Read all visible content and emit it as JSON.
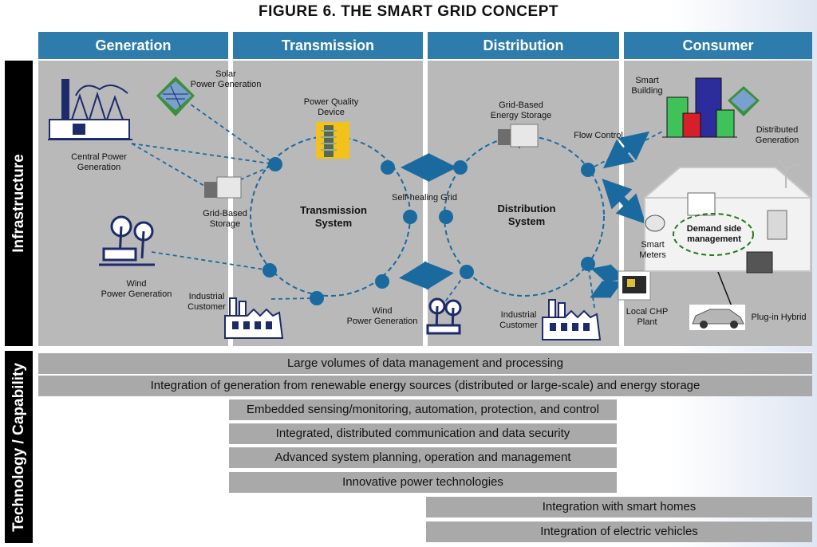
{
  "title": "FIGURE 6.  THE SMART GRID CONCEPT",
  "row_labels": {
    "infrastructure": "Infrastructure",
    "technology": "Technology / Capability"
  },
  "columns": [
    "Generation",
    "Transmission",
    "Distribution",
    "Consumer"
  ],
  "labels": {
    "solar": "Solar\nPower Generation",
    "central": "Central Power\nGeneration",
    "grid_storage_gen": "Grid-Based\nStorage",
    "wind_gen": "Wind\nPower Generation",
    "industrial_trans": "Industrial\nCustomer",
    "power_quality": "Power Quality\nDevice",
    "transmission_system": "Transmission\nSystem",
    "self_healing": "Self-healing Grid",
    "wind_dist": "Wind\nPower Generation",
    "grid_storage_dist": "Grid-Based\nEnergy Storage",
    "distribution_system": "Distribution\nSystem",
    "industrial_dist": "Industrial\nCustomer",
    "flow_control": "Flow Control",
    "smart_building": "Smart\nBuilding",
    "distributed_generation": "Distributed\nGeneration",
    "demand_side": "Demand side\nmanagement",
    "smart_meters": "Smart\nMeters",
    "local_chp": "Local CHP\nPlant",
    "plug_in_hybrid": "Plug-in Hybrid"
  },
  "capabilities": [
    "Large volumes of data management and processing",
    "Integration of generation from renewable energy sources (distributed or large-scale) and energy storage",
    "Embedded sensing/monitoring, automation, protection, and control",
    "Integrated, distributed communication and data security",
    "Advanced system planning, operation and management",
    "Innovative power technologies",
    "Integration with smart homes",
    "Integration of electric vehicles"
  ],
  "colors": {
    "header": "#2e7cab",
    "panel": "#b9b9b9",
    "node": "#1a6aa0",
    "icon": "#1d2b6b",
    "bar": "#a9a9a9"
  }
}
